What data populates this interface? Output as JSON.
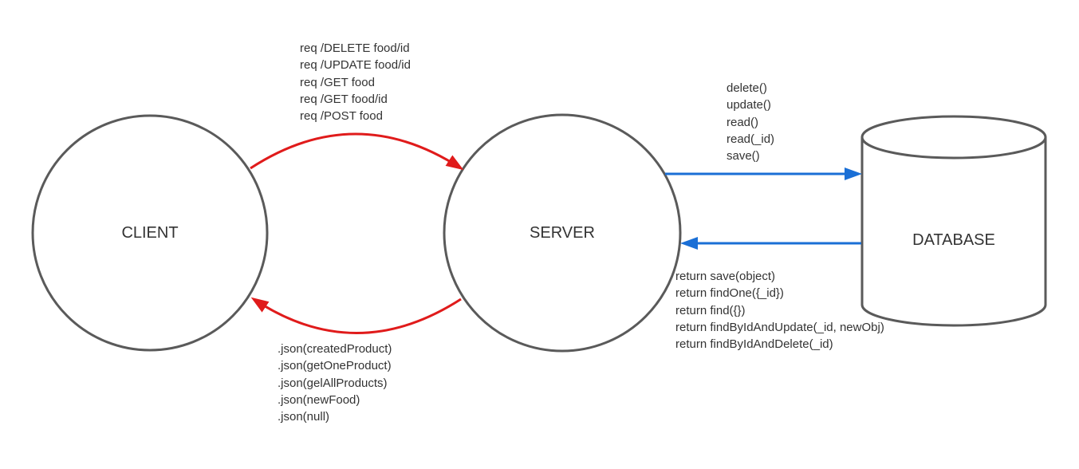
{
  "nodes": {
    "client": "CLIENT",
    "server": "SERVER",
    "database": "DATABASE"
  },
  "requests": [
    "req /DELETE food/id",
    "req /UPDATE food/id",
    "req /GET food",
    "req /GET food/id",
    "req /POST food"
  ],
  "responses": [
    ".json(createdProduct)",
    ".json(getOneProduct)",
    ".json(gelAllProducts)",
    ".json(newFood)",
    ".json(null)"
  ],
  "db_operations": [
    "delete()",
    "update()",
    "read()",
    "read(_id)",
    "save()"
  ],
  "db_returns": [
    "return save(object)",
    "return findOne({_id})",
    "return find({})",
    "return findByIdAndUpdate(_id, newObj)",
    "return findByIdAndDelete(_id)"
  ],
  "colors": {
    "shape_stroke": "#5a5a5a",
    "request_arrow": "#e01b1b",
    "db_arrow": "#1a6fd6",
    "text": "#333333"
  }
}
